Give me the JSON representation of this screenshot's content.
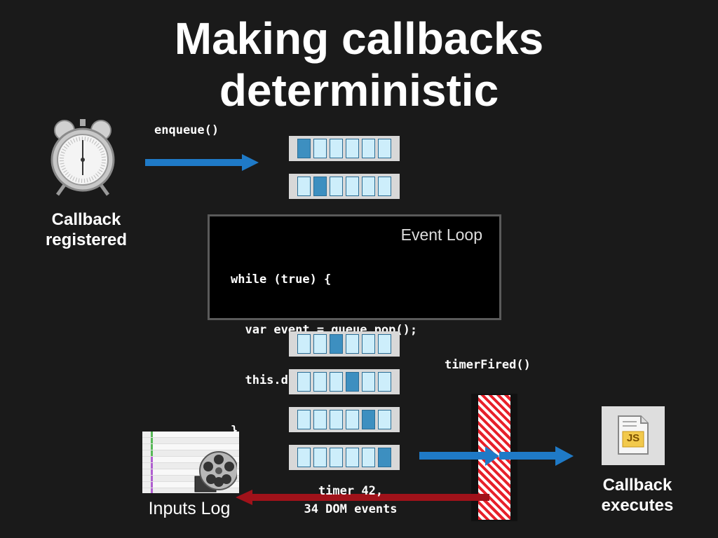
{
  "title_line1": "Making callbacks",
  "title_line2": "deterministic",
  "enqueue_label": "enqueue()",
  "callback_registered_line1": "Callback",
  "callback_registered_line2": "registered",
  "event_loop_title": "Event Loop",
  "code_lines": [
    "while (true) {",
    "  var event = queue.pop();",
    "  this.dispatch(event);",
    "}"
  ],
  "timer_fired_label": "timerFired()",
  "timer_label_line1": "timer 42,",
  "timer_label_line2": "34 DOM events",
  "inputs_log_label": "Inputs Log",
  "callback_executes_line1": "Callback",
  "callback_executes_line2": "executes",
  "js_badge_text": "JS",
  "queues_top_active_index": [
    0,
    1
  ],
  "queues_bottom_active_index": [
    2,
    3,
    4,
    5
  ],
  "colors": {
    "blue_arrow": "#1f7ac7",
    "red_arrow": "#a0121a",
    "queue_active": "#3d8fc0",
    "queue_empty": "#cdeefb"
  }
}
